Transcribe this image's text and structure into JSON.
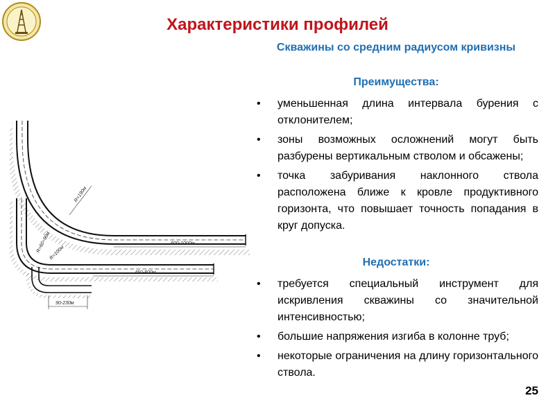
{
  "header": {
    "title": "Характеристики профилей",
    "logo_icon": "university-seal-icon"
  },
  "subtitle": "Скважины со средним радиусом кривизны",
  "advantages": {
    "heading": "Преимущества:",
    "items": [
      "уменьшенная длина интервала бурения с отклонителем;",
      "зоны возможных осложнений могут быть разбурены вертикальным стволом и обсажены;",
      "точка забуривания наклонного ствола расположена ближе к кровле продуктивного горизонта, что повышает точность попадания в круг допуска."
    ]
  },
  "disadvantages": {
    "heading": "Недостатки:",
    "items": [
      "требуется специальный инструмент для искривления скважины со значительной интенсивностью;",
      "большие напряжения изгиба в колонне труб;",
      "некоторые ограничения на длину горизонтального ствола."
    ]
  },
  "figure": {
    "labels": {
      "radius_large": "R=190м",
      "radius_small": "R=60÷90м",
      "radius_mid": "R=100м",
      "length_upper": "600-1000м",
      "length_lower": "450-800м",
      "offset": "90-230м"
    }
  },
  "page_number": "25",
  "colors": {
    "title": "#c0141c",
    "accent": "#1f6fb2"
  }
}
